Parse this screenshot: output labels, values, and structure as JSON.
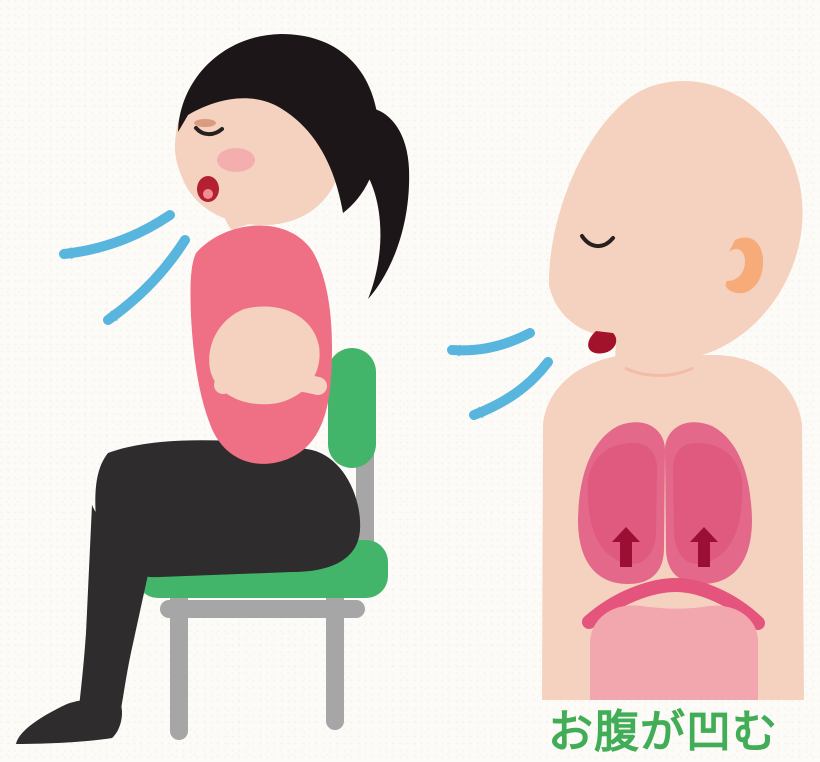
{
  "caption": "お腹が凹む",
  "colors": {
    "breath_arrow": "#58b5de",
    "shirt": "#ef6f85",
    "hair": "#1c1618",
    "skin": "#f4d2bf",
    "chair_green": "#42b56b",
    "chair_frame": "#a6a6a6",
    "pants": "#2e2c2d",
    "lungs": "#dc5d7f",
    "diaphragm": "#e4547d",
    "caption_green": "#42ad57"
  },
  "icons": [
    "woman-exhaling-illustration",
    "chair-icon",
    "breath-arrow-icon",
    "lungs-diagram-illustration",
    "lung-arrow-up-icon"
  ]
}
